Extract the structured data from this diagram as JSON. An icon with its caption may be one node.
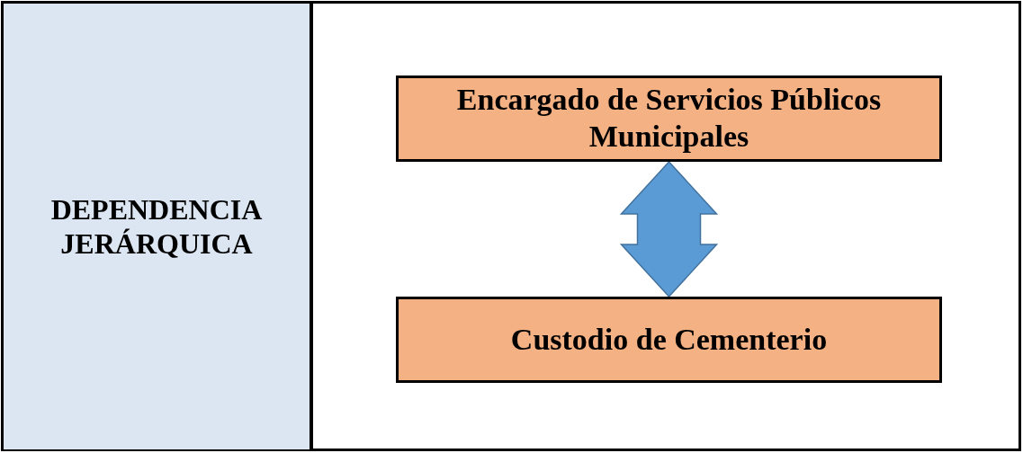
{
  "diagram": {
    "nodes": [
      {
        "text": [
          "DEPENDENCIA JERÁRQUICA"
        ]
      },
      {
        "text": [
          "Encargado de Servicios Públicos Municipales"
        ]
      },
      {
        "text": [
          "Custodio de Cementerio"
        ]
      }
    ],
    "edges": [
      {
        "from": 1,
        "to": 2,
        "arrow": "both"
      }
    ]
  }
}
